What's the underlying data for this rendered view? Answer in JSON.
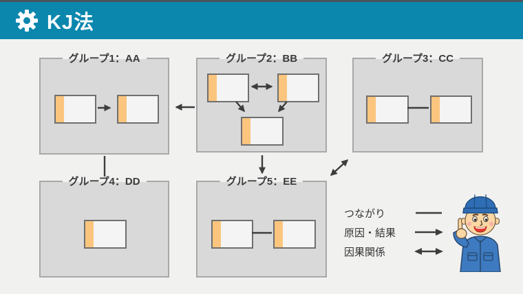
{
  "header": {
    "title": "KJ法",
    "icon": "gear-icon",
    "bg_color": "#0b87ad"
  },
  "diagram": {
    "groups": [
      {
        "label": "グループ1：AA",
        "card_count": 2,
        "internal_link": "原因・結果"
      },
      {
        "label": "グループ2：BB",
        "card_count": 3,
        "internal_link": "因果関係 + 原因・結果"
      },
      {
        "label": "グループ3：CC",
        "card_count": 2,
        "internal_link": "つながり"
      },
      {
        "label": "グループ4：DD",
        "card_count": 1,
        "internal_link": ""
      },
      {
        "label": "グループ5：EE",
        "card_count": 2,
        "internal_link": "つながり"
      }
    ],
    "connections": [
      {
        "from": "グループ2：BB",
        "to": "グループ1：AA",
        "type": "原因・結果"
      },
      {
        "from": "グループ1：AA",
        "to": "グループ4：DD",
        "type": "つながり"
      },
      {
        "from": "グループ2：BB",
        "to": "グループ5：EE",
        "type": "原因・結果"
      },
      {
        "from": "グループ3：CC",
        "to": "グループ5：EE",
        "type": "因果関係"
      }
    ]
  },
  "legend": {
    "items": [
      {
        "label": "つながり",
        "symbol": "plain-line"
      },
      {
        "label": "原因・結果",
        "symbol": "single-arrow"
      },
      {
        "label": "因果関係",
        "symbol": "double-arrow"
      }
    ]
  },
  "colors": {
    "header_bg": "#0b87ad",
    "page_bg": "#f1f1f0",
    "group_bg": "#d9d9d9",
    "group_border": "#a8a8a8",
    "card_bg": "#f4f4f4",
    "card_border": "#6f6f6f",
    "card_stripe": "#fbc57e",
    "connector": "#3d3d3d"
  }
}
